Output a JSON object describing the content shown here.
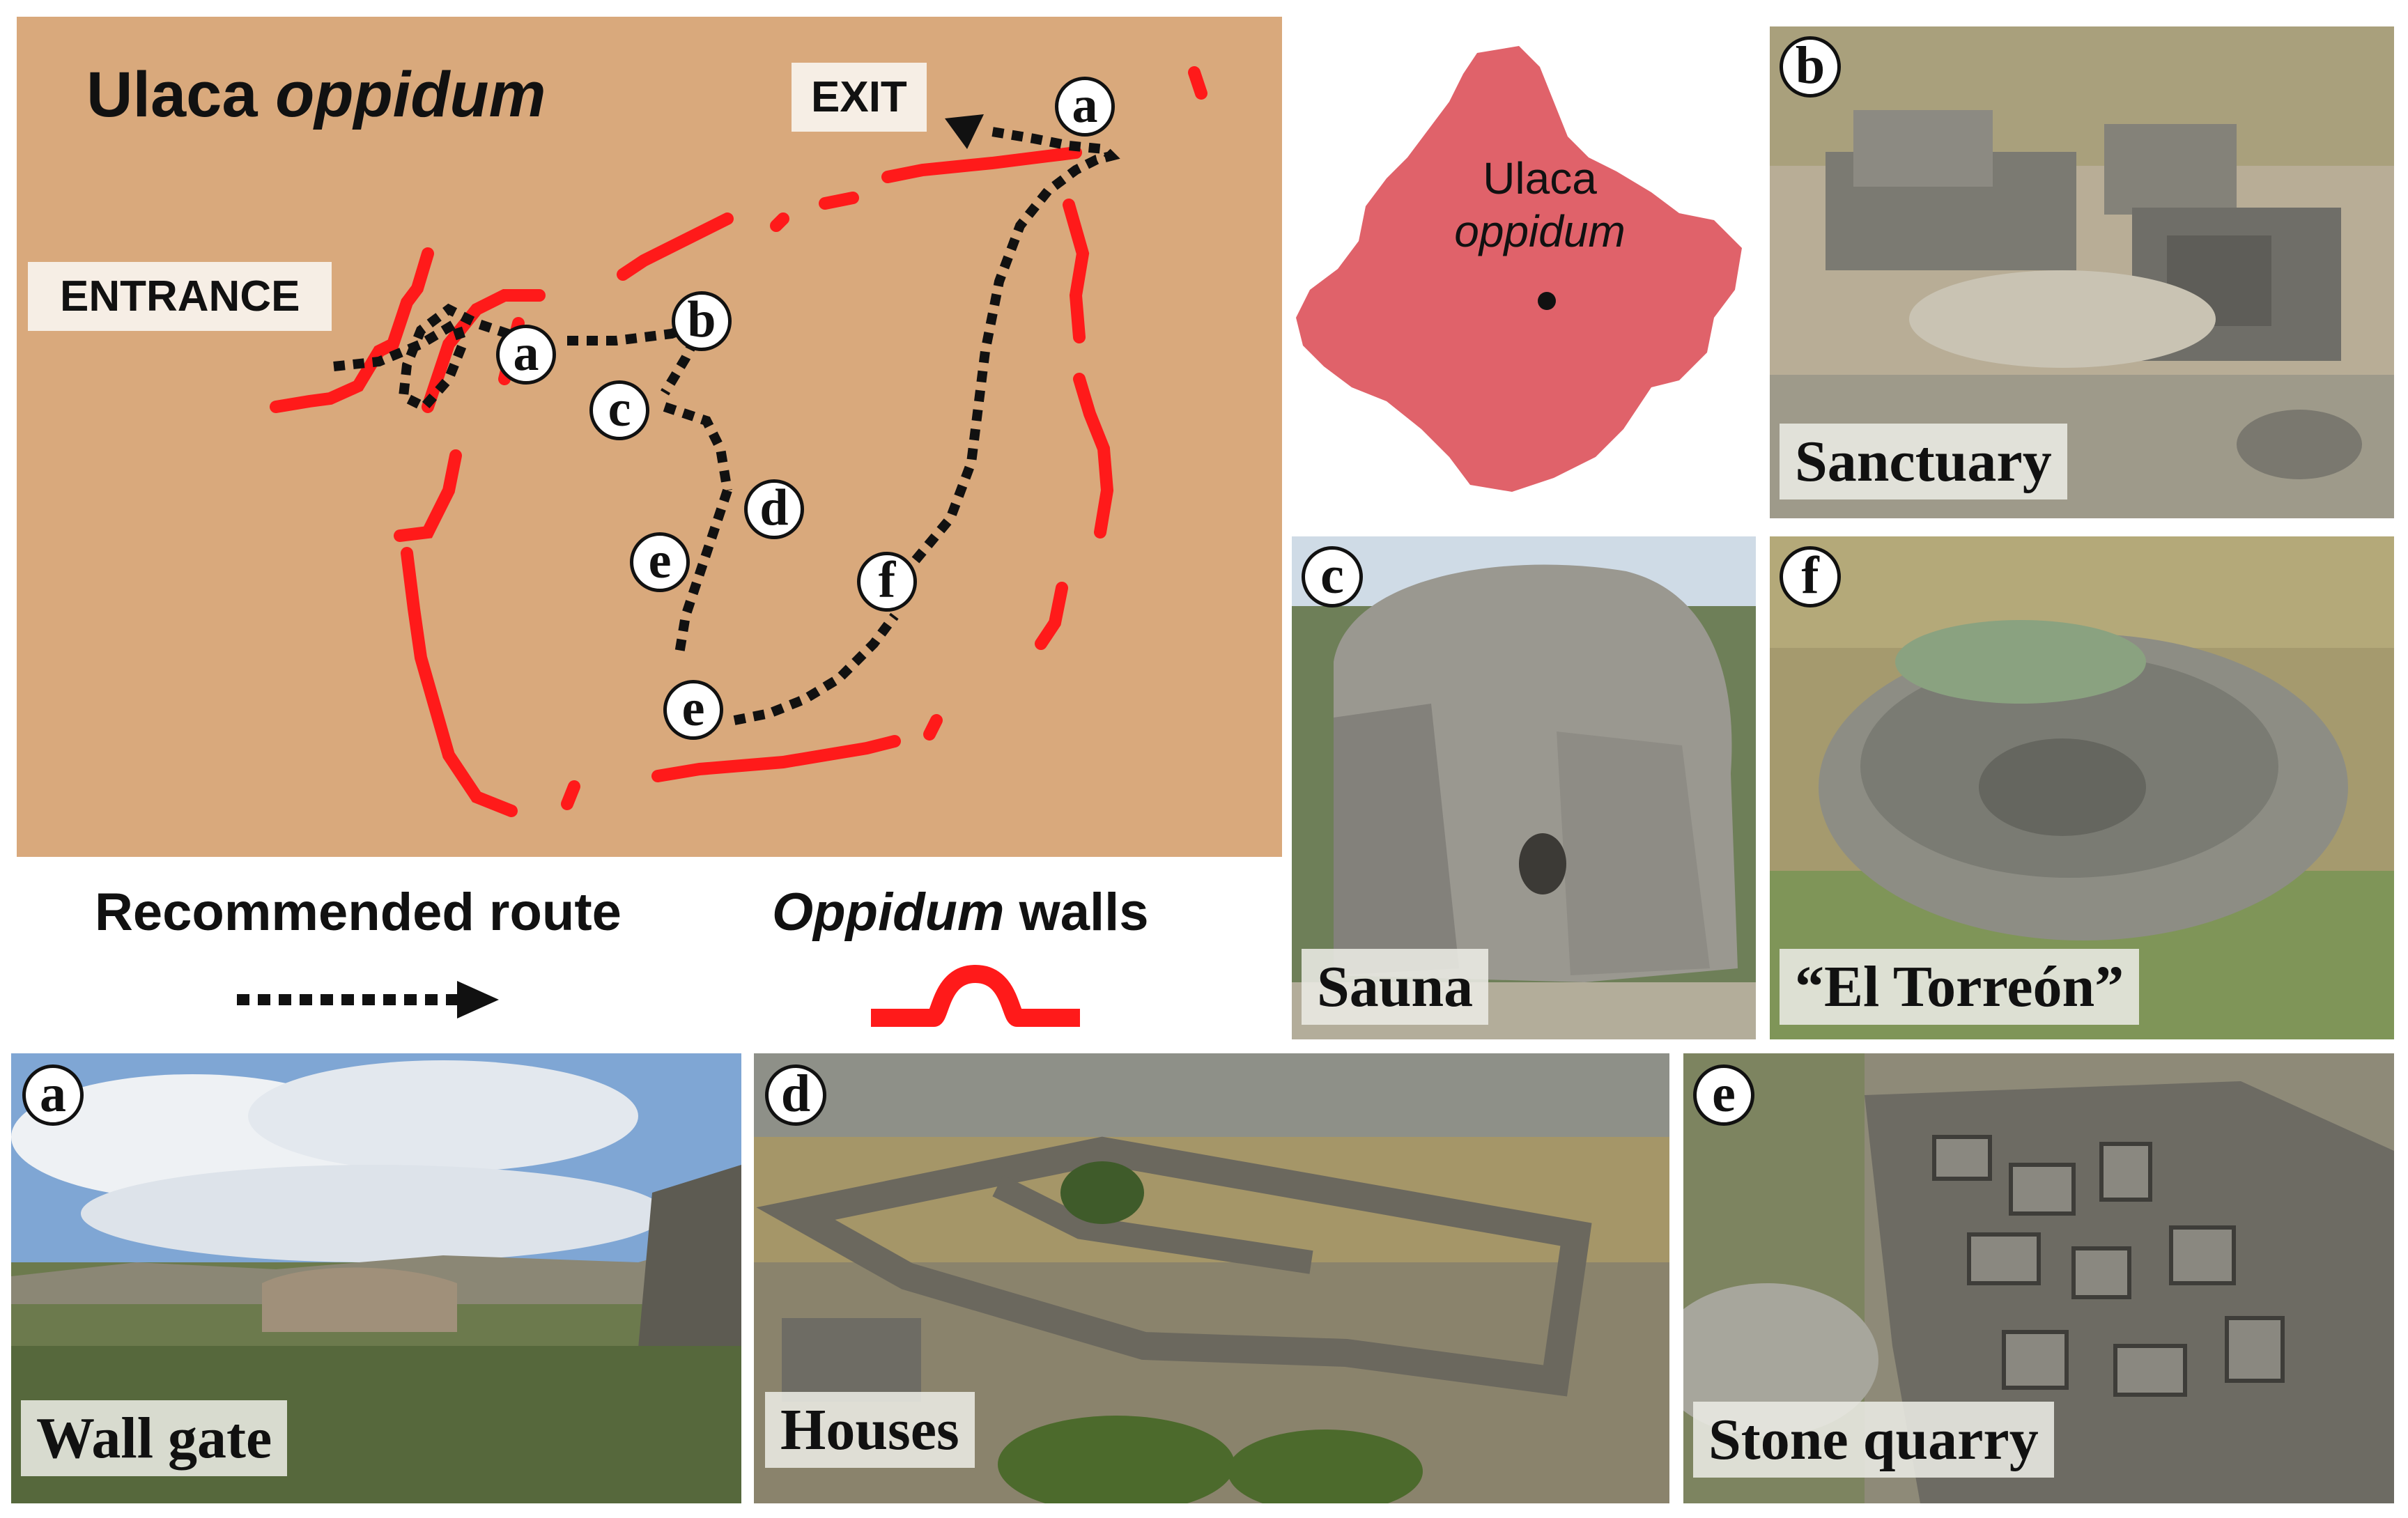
{
  "map": {
    "title_main": "Ulaca",
    "title_italic": "oppidum",
    "entrance_label": "ENTRANCE",
    "exit_label": "EXIT",
    "nodes": [
      "a",
      "b",
      "c",
      "d",
      "e",
      "e",
      "f",
      "a"
    ]
  },
  "legend": {
    "route_label": "Recommended route",
    "walls_label_italic": "Oppidum",
    "walls_label_rest": "walls"
  },
  "province": {
    "label_line1": "Ulaca",
    "label_line2": "oppidum",
    "fill_color": "#e0626a"
  },
  "photos": {
    "b": {
      "letter": "b",
      "caption": "Sanctuary"
    },
    "c": {
      "letter": "c",
      "caption": "Sauna"
    },
    "f": {
      "letter": "f",
      "caption": "“El Torreón”"
    },
    "a": {
      "letter": "a",
      "caption": "Wall gate"
    },
    "d": {
      "letter": "d",
      "caption": "Houses"
    },
    "e": {
      "letter": "e",
      "caption": "Stone quarry"
    }
  },
  "colors": {
    "map_background": "#d9a97c",
    "wall_color": "#ff1a1a",
    "route_color": "#111111"
  }
}
